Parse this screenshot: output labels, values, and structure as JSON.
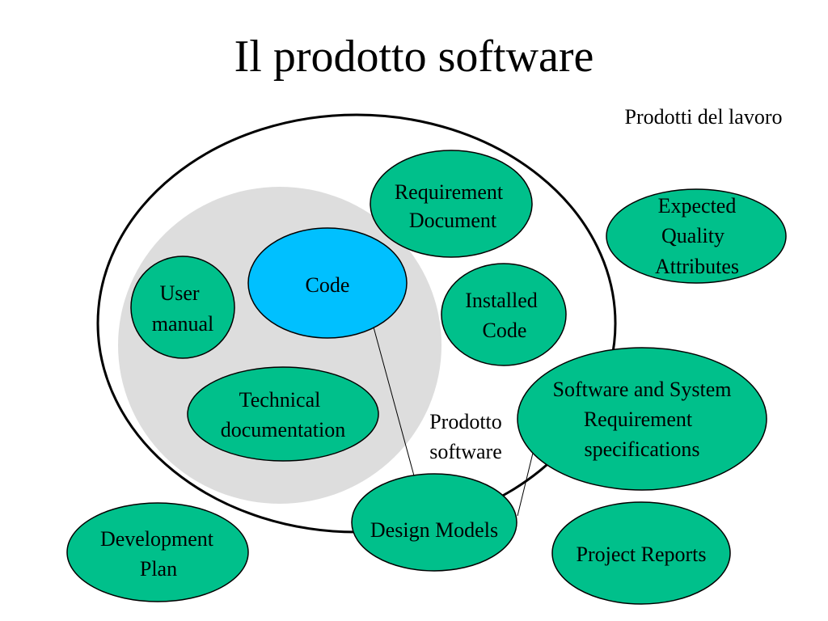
{
  "slide": {
    "title": "Il prodotto software"
  },
  "colors": {
    "bubble_fill": "#00c08b",
    "code_fill": "#00c0ff",
    "inner_region_fill": "#dddddd",
    "outline": "#000000"
  },
  "labels": {
    "outer_region": "Prodotti del lavoro",
    "inner_region_line1": "Prodotto",
    "inner_region_line2": "software"
  },
  "nodes": {
    "requirement_document": [
      "Requirement",
      "Document"
    ],
    "expected_quality_attributes": [
      "Expected",
      "Quality",
      "Attributes"
    ],
    "code": [
      "Code"
    ],
    "user_manual": [
      "User",
      "manual"
    ],
    "installed_code": [
      "Installed",
      "Code"
    ],
    "technical_documentation": [
      "Technical",
      "documentation"
    ],
    "software_system_requirements": [
      "Software and System",
      "Requirement",
      "specifications"
    ],
    "design_models": [
      "Design Models"
    ],
    "development_plan": [
      "Development",
      "Plan"
    ],
    "project_reports": [
      "Project Reports"
    ]
  }
}
